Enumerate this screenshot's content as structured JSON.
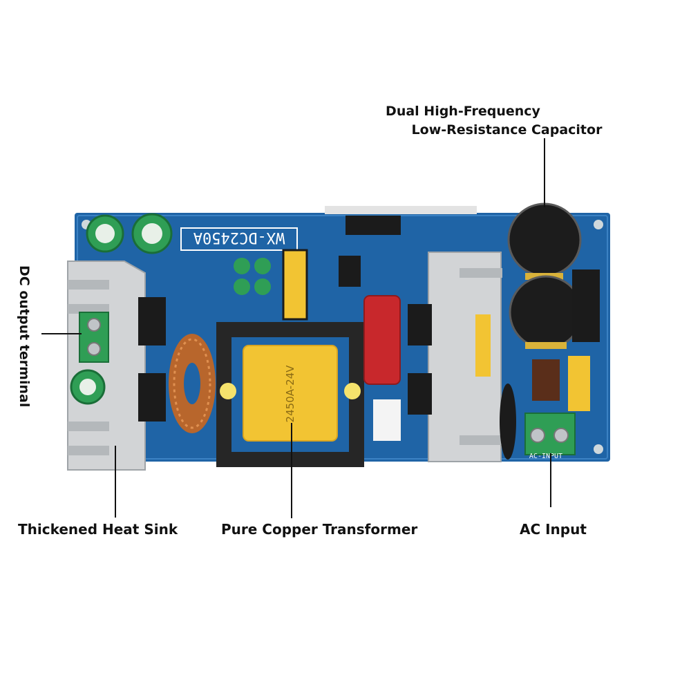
{
  "board": {
    "model_text": "WX-DC2450A",
    "transformer_text": "2450A-24V",
    "ac_silk_text": "AC-INPUT",
    "colors": {
      "pcb": "#1f64a6",
      "heatsink": "#d2d4d6",
      "transformer_tape": "#f2c433",
      "transformer_core": "#262626",
      "capacitor_red": "#c8282c",
      "terminal_green": "#2f9e55"
    }
  },
  "labels": {
    "capacitor_line1": "Dual High-Frequency",
    "capacitor_line2": "Low-Resistance Capacitor",
    "dc_output": "DC output terminal",
    "heat_sink": "Thickened Heat Sink",
    "transformer": "Pure Copper Transformer",
    "ac_input": "AC Input"
  },
  "icons": [
    "capacitor-icon",
    "heatsink-icon",
    "transformer-icon",
    "terminal-block-icon",
    "toroid-inductor-icon"
  ]
}
